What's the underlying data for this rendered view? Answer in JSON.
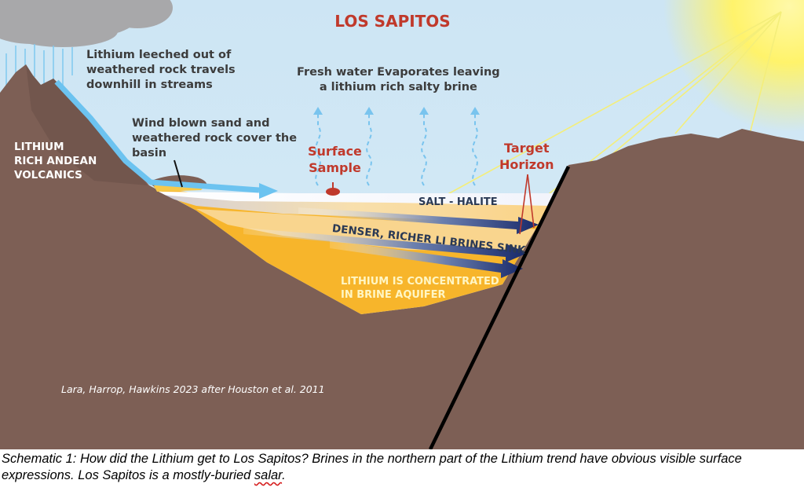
{
  "diagram": {
    "title": "LOS SAPITOS",
    "volcanics_label": [
      "LITHIUM",
      "RICH ANDEAN",
      "VOLCANICS"
    ],
    "stream_note": [
      "Lithium leeched out of",
      "weathered rock travels",
      "downhill in streams"
    ],
    "evaporation_note": [
      "Fresh water Evaporates leaving",
      "a lithium rich salty brine"
    ],
    "wind_note": [
      "Wind blown sand and",
      "weathered rock cover the",
      "basin"
    ],
    "surface_sample_label": [
      "Surface",
      "Sample"
    ],
    "target_horizon_label": [
      "Target",
      "Horizon"
    ],
    "salt_layer_label": "SALT - HALITE",
    "brine_sink_label": "DENSER, RICHER LI BRINES SINK",
    "aquifer_label": [
      "LITHIUM IS CONCENTRATED",
      "IN BRINE AQUIFER"
    ],
    "citation": "Lara, Harrop, Hawkins 2023 after Houston et al. 2011"
  },
  "caption": {
    "main": "Schematic 1: How did the Lithium get to Los Sapitos? Brines in the northern part of the Lithium trend have obvious visible surface expressions. Los Sapitos is a mostly-buried ",
    "last_word": "salar",
    "end": "."
  },
  "colors": {
    "sky": "#cfe6f4",
    "rock": "#7d5f55",
    "aquifer": "#f7b52b",
    "aquifer_pale": "#f9e0b0",
    "salt": "#ffffff",
    "stream": "#6cc3f0",
    "brine_arrow": "#1b2e6b",
    "title_red": "#c0392b",
    "sun": "#fff36b",
    "fault": "#000000"
  }
}
